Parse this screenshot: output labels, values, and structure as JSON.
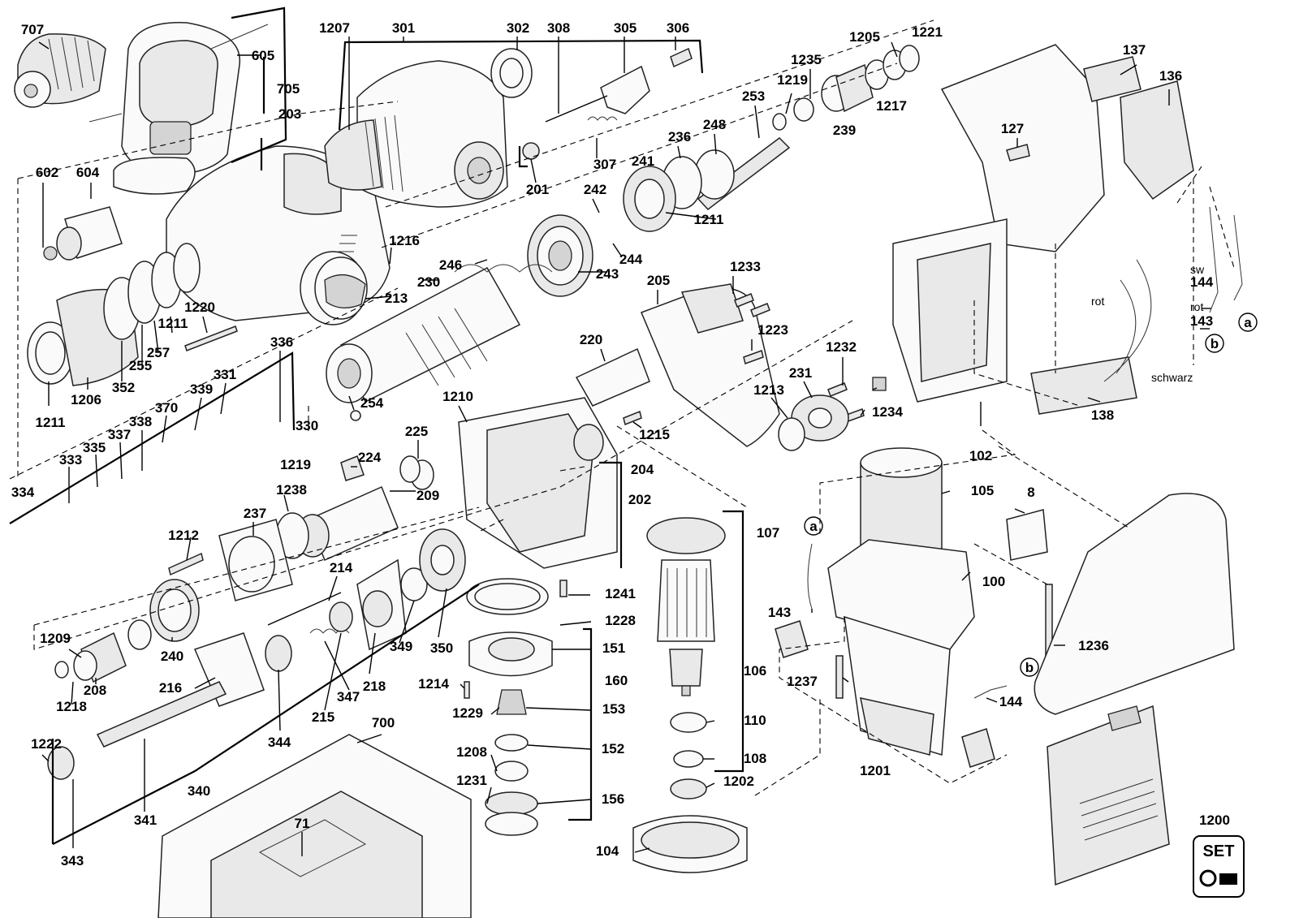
{
  "diagram": {
    "labels": [
      "707",
      "605",
      "705",
      "203",
      "1207",
      "301",
      "302",
      "308",
      "305",
      "306",
      "1205",
      "1221",
      "1235",
      "1219",
      "253",
      "1217",
      "239",
      "236",
      "248",
      "241",
      "137",
      "136",
      "127",
      "602",
      "604",
      "201",
      "307",
      "242",
      "244",
      "1211",
      "246",
      "243",
      "1216",
      "230",
      "213",
      "1233",
      "205",
      "1220",
      "1211",
      "257",
      "255",
      "352",
      "1206",
      "1211",
      "336",
      "331",
      "339",
      "370",
      "338",
      "337",
      "335",
      "333",
      "334",
      "254",
      "330",
      "220",
      "1223",
      "1232",
      "231",
      "1213",
      "1234",
      "1210",
      "225",
      "1215",
      "224",
      "209",
      "1219",
      "204",
      "202",
      "1238",
      "237",
      "1212",
      "214",
      "1209",
      "240",
      "1218",
      "208",
      "216",
      "218",
      "347",
      "215",
      "344",
      "349",
      "350",
      "1241",
      "1228",
      "151",
      "160",
      "1214",
      "153",
      "1229",
      "1208",
      "152",
      "1231",
      "156",
      "700",
      "71",
      "1222",
      "340",
      "341",
      "343",
      "107",
      "106",
      "110",
      "108",
      "1202",
      "104",
      "105",
      "8",
      "100",
      "143",
      "1237",
      "1201",
      "1236",
      "144",
      "1200",
      "102",
      "138",
      "144",
      "143"
    ],
    "wire_labels": [
      "sw",
      "rot",
      "rot",
      "schwarz"
    ],
    "connector_refs": [
      "a",
      "b",
      "a",
      "b"
    ],
    "set_badge": "SET"
  }
}
